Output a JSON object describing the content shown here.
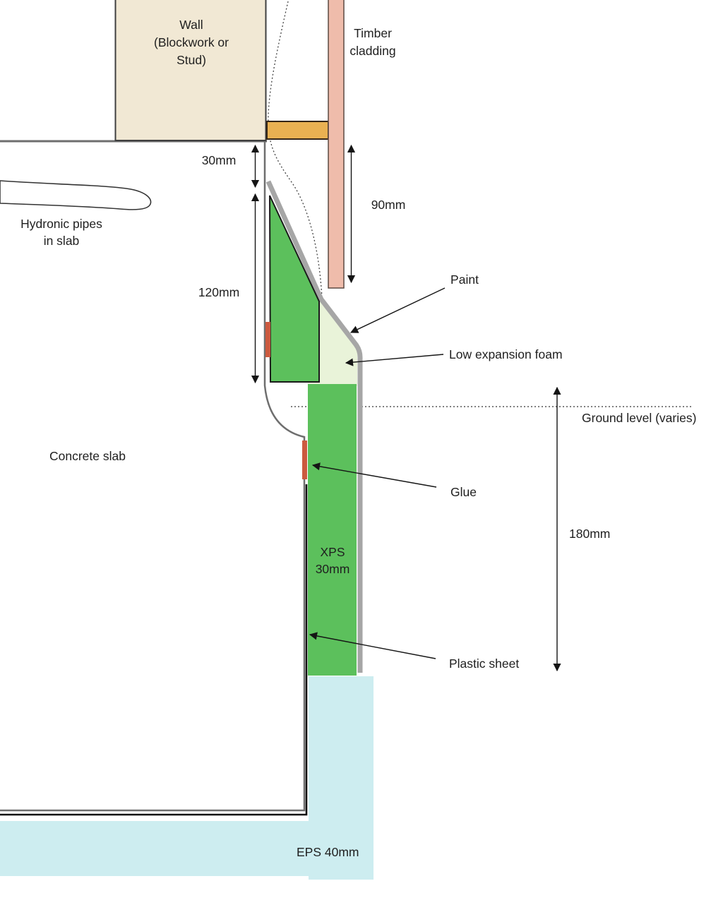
{
  "diagram": {
    "labels": {
      "wall_line1": "Wall",
      "wall_line2": "(Blockwork or",
      "wall_line3": "Stud)",
      "timber_line1": "Timber",
      "timber_line2": "cladding",
      "hydronic_line1": "Hydronic pipes",
      "hydronic_line2": "in slab",
      "concrete_slab": "Concrete slab",
      "paint": "Paint",
      "low_expansion_foam": "Low expansion foam",
      "ground_level": "Ground level (varies)",
      "glue": "Glue",
      "plastic_sheet": "Plastic sheet",
      "xps_line1": "XPS",
      "xps_line2": "30mm",
      "eps": "EPS 40mm"
    },
    "dimensions": {
      "slab_to_insulation_gap": "30mm",
      "cladding_ground_clearance": "90mm",
      "wedge_height": "120mm",
      "buried_depth": "180mm"
    },
    "colors": {
      "wall": "#f1e8d4",
      "timber_cladding": "#efbcab",
      "batten": "#e9b152",
      "insulation_green": "#5cc05c",
      "foam_pale_green": "#e9f3d9",
      "glue_red": "#cc5a3f",
      "eps_blue": "#cdedf0",
      "render_gray": "#a6a6a6"
    }
  }
}
